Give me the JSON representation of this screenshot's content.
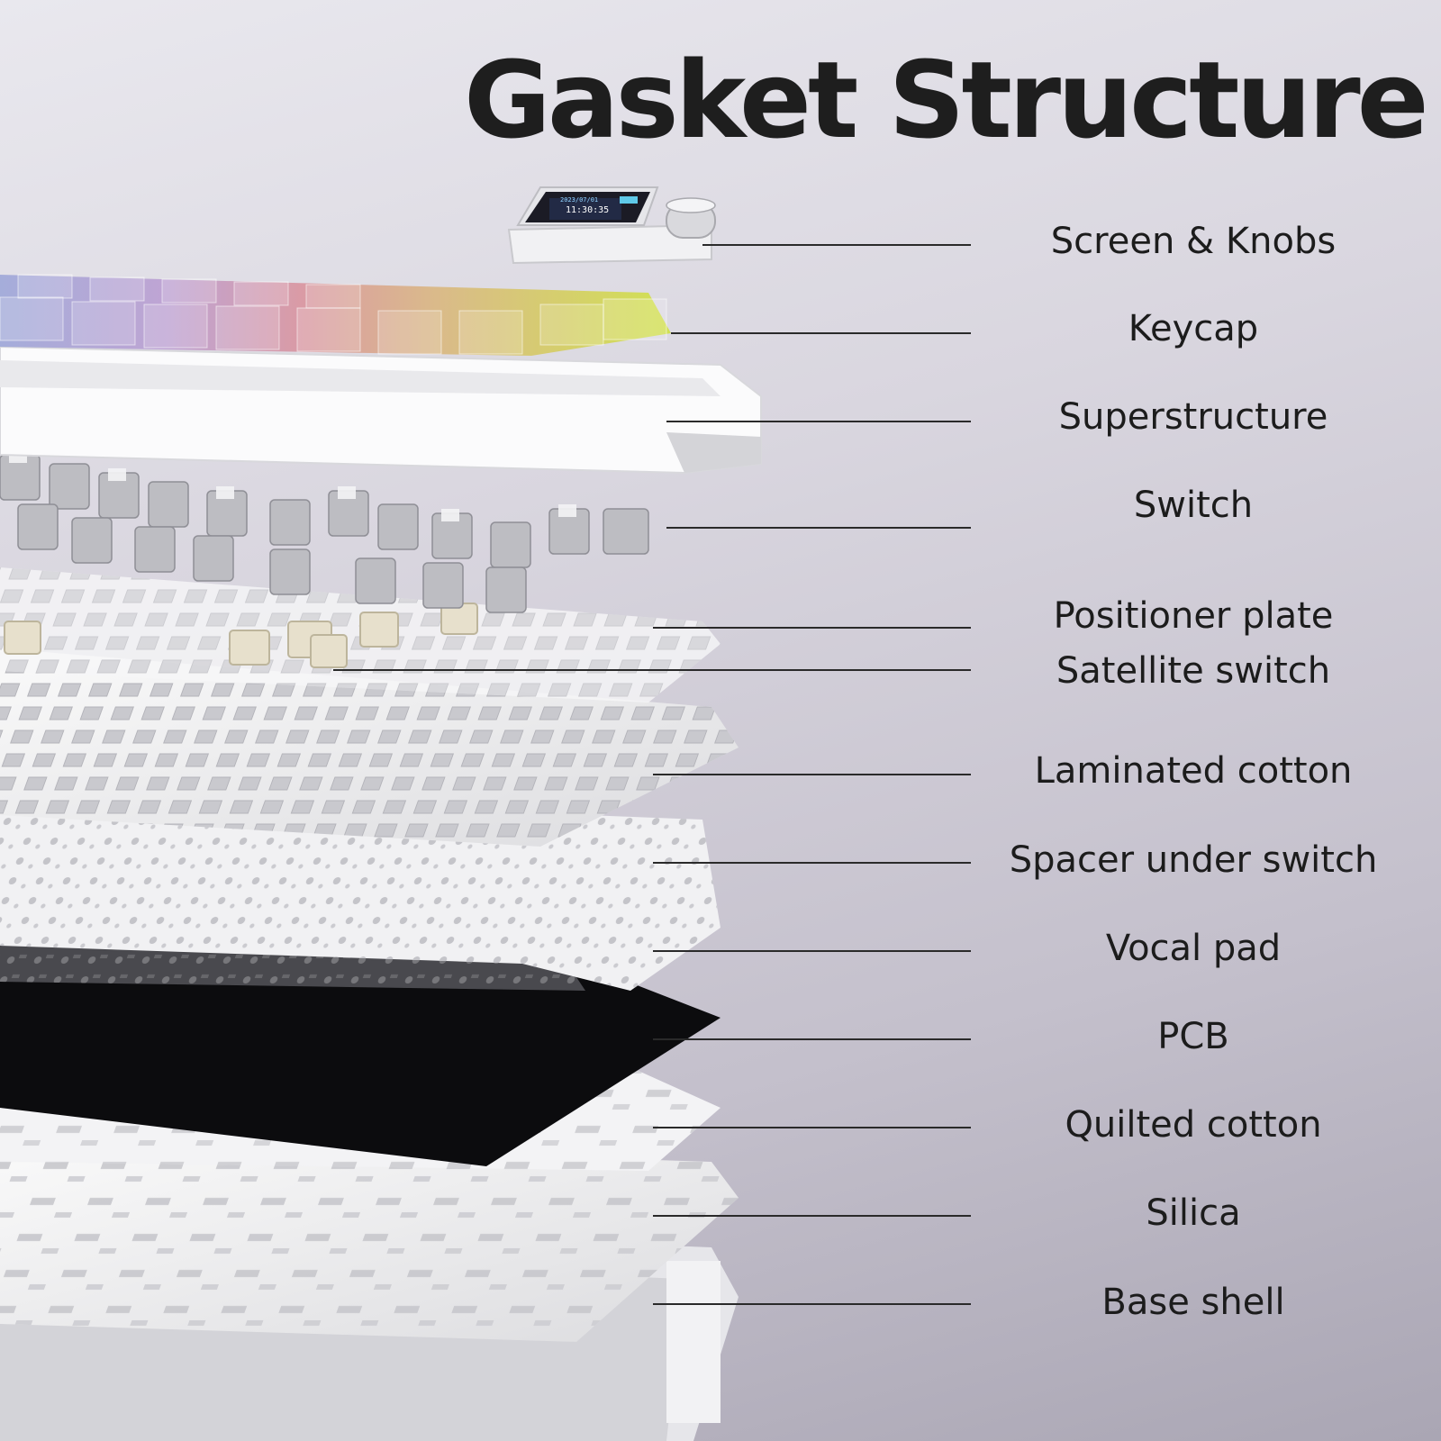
{
  "title": "Gasket Structure",
  "device_screen": {
    "date": "2023/07/01",
    "time": "11:30:35"
  },
  "layers": [
    {
      "id": "screen-knobs",
      "label": "Screen & Knobs"
    },
    {
      "id": "keycap",
      "label": "Keycap"
    },
    {
      "id": "superstructure",
      "label": "Superstructure"
    },
    {
      "id": "switch",
      "label": "Switch"
    },
    {
      "id": "positioner-plate",
      "label": "Positioner plate"
    },
    {
      "id": "satellite-switch",
      "label": "Satellite switch"
    },
    {
      "id": "laminated-cotton",
      "label": "Laminated cotton"
    },
    {
      "id": "spacer-under-switch",
      "label": "Spacer under switch"
    },
    {
      "id": "vocal-pad",
      "label": "Vocal pad"
    },
    {
      "id": "pcb",
      "label": "PCB"
    },
    {
      "id": "quilted-cotton",
      "label": "Quilted cotton"
    },
    {
      "id": "silica",
      "label": "Silica"
    },
    {
      "id": "base-shell",
      "label": "Base shell"
    }
  ]
}
